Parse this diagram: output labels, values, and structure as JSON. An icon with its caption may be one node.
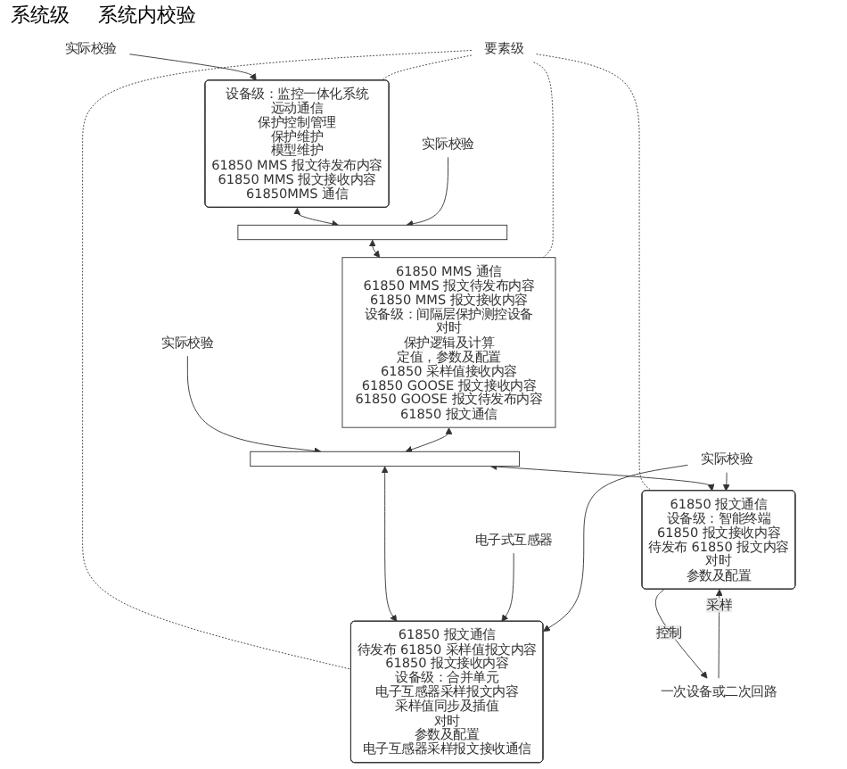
{
  "diagram": {
    "nodes": [
      {
        "text": [
          "设备级：监控一体化系统",
          "远动通信",
          "保护控制管理",
          "保护维护",
          "模型维护",
          "61850 MMS 报文待发布内容",
          "61850 MMS 报文接收内容",
          "61850MMS 通信"
        ]
      },
      {
        "text": [
          "实际校验"
        ]
      },
      {
        "text": [],
        "shape": "bar"
      },
      {
        "text": [
          "实际校验"
        ]
      },
      {
        "text": [
          "61850 MMS 通信",
          "61850 MMS 报文待发布内容",
          "61850 MMS 报文接收内容",
          "设备级：间隔层保护测控设备",
          "对时",
          "保护逻辑及计算",
          "定值，参数及配置",
          "61850 采样值接收内容",
          "61850 GOOSE 报文接收内容",
          "61850 GOOSE 报文待发布内容",
          "61850 报文通信"
        ]
      },
      {
        "text": [
          "实际校验"
        ]
      },
      {
        "text": [],
        "shape": "bar"
      },
      {
        "text": [
          "要素级"
        ]
      },
      {
        "text": [
          "61850 报文通信",
          "待发布 61850 采样值报文内容",
          "61850 报文接收内容",
          "设备级：合并单元",
          "电子互感器采样报文内容",
          "采样值同步及插值",
          "对时",
          "参数及配置",
          "电子互感器采样报文接收通信"
        ]
      },
      {
        "text": [
          "61850 报文通信",
          "设备级：智能终端",
          "61850 报文接收内容",
          "待发布 61850 报文内容",
          "对时",
          "参数及配置"
        ]
      },
      {
        "text": [
          "电子式互感器"
        ]
      },
      {
        "text": [
          "实际校验"
        ]
      },
      {
        "text": [
          "一次设备或二次回路"
        ]
      }
    ],
    "edges": [
      {
        "from": 1,
        "to": 0,
        "arrow": "to"
      },
      {
        "from": 0,
        "to": 2,
        "arrow": "both"
      },
      {
        "from": 3,
        "to": 2,
        "arrow": "to"
      },
      {
        "from": 2,
        "to": 4,
        "arrow": "both"
      },
      {
        "from": 5,
        "to": 6,
        "arrow": "to"
      },
      {
        "from": 4,
        "to": 6,
        "arrow": "both"
      },
      {
        "from": 7,
        "to": 0,
        "arrow": "none",
        "style": "dashed"
      },
      {
        "from": 7,
        "to": 4,
        "arrow": "none",
        "style": "dashed"
      },
      {
        "from": 7,
        "to": 8,
        "arrow": "none",
        "style": "dashed"
      },
      {
        "from": 7,
        "to": 9,
        "arrow": "none",
        "style": "dashed"
      },
      {
        "from": 6,
        "to": 8,
        "arrow": "both"
      },
      {
        "from": 6,
        "to": 9,
        "arrow": "both"
      },
      {
        "from": 10,
        "to": 8,
        "arrow": "to"
      },
      {
        "from": 11,
        "to": 8,
        "arrow": "to"
      },
      {
        "from": 11,
        "to": 9,
        "arrow": "to"
      },
      {
        "from": 12,
        "to": 9,
        "arrow": "to",
        "label": "采样"
      },
      {
        "from": 9,
        "to": 12,
        "arrow": "to",
        "label": "控制"
      }
    ],
    "labels": [
      "系统级",
      "系统内校验"
    ]
  }
}
